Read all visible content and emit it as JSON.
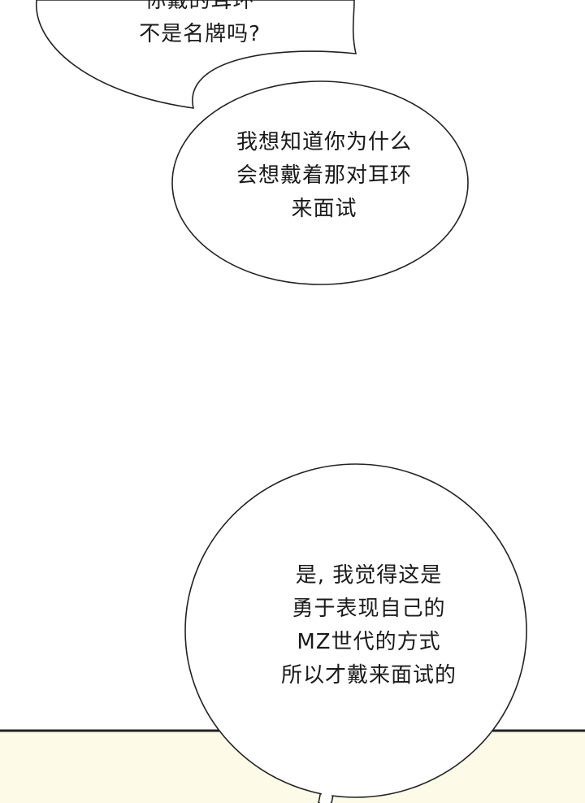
{
  "panel": {
    "background_color": "#ffffff",
    "floor_color": "#fdfbe8",
    "line_color": "#222222"
  },
  "bubble_top": {
    "lines": [
      "你戴的耳环",
      "不是名牌吗?"
    ]
  },
  "bubble_middle": {
    "lines": [
      "我想知道你为什么",
      "会想戴着那对耳环",
      "来面试"
    ]
  },
  "bubble_bottom": {
    "lines": [
      "是, 我觉得这是",
      "勇于表现自己的",
      "MZ世代的方式",
      "所以才戴来面试的"
    ]
  }
}
